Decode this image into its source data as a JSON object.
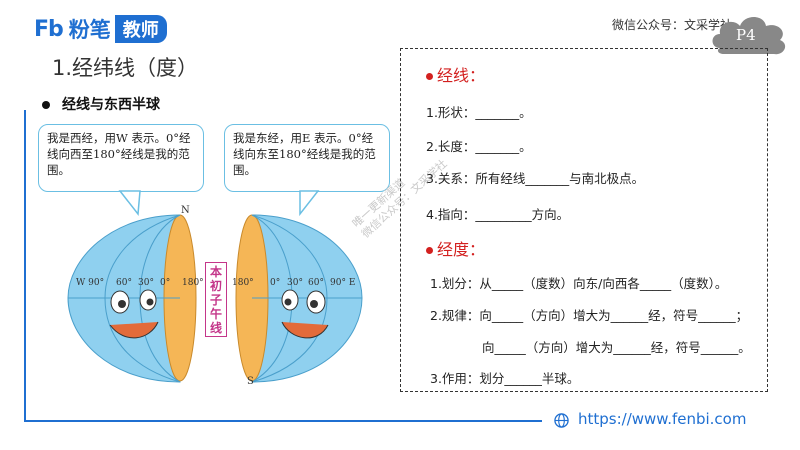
{
  "header": {
    "logo_mark": "Fb",
    "logo_text": "粉笔",
    "logo_badge": "教师",
    "wechat": "微信公众号：文采学社",
    "page_badge": "P4"
  },
  "section_title": "1.经纬线（度）",
  "sub_title": "经线与东西半球",
  "bubbles": {
    "left": "我是西经，用W 表示。0°经线向西至180°经线是我的范围。",
    "right": "我是东经，用E 表示。0°经线向东至180°经线是我的范围。"
  },
  "globe": {
    "north": "N",
    "south": "S",
    "meridian_tag": "本初子午线",
    "left_labels": [
      "W 90°",
      "60°",
      "30°",
      "0°",
      "180°"
    ],
    "right_labels": [
      "180°",
      "0°",
      "30°",
      "60°",
      "90° E"
    ]
  },
  "panel": {
    "jingxian_title": "经线：",
    "jingxian_items": [
      "1.形状：_______。",
      "2.长度：_______。",
      "3.关系：所有经线_______与南北极点。",
      "4.指向：_________方向。"
    ],
    "jingdu_title": "经度：",
    "jingdu_items": [
      "1.划分：从_____（度数）向东/向西各_____（度数）。",
      "2.规律：向_____（方向）增大为______经，符号______；",
      "向_____（方向）增大为______经，符号______。",
      "3.作用：划分______半球。"
    ]
  },
  "watermark": [
    "唯一更新渠道",
    "微信公众号：文采学社"
  ],
  "footer": {
    "url": "https://www.fenbi.com"
  },
  "colors": {
    "brand_blue": "#1f6fd1",
    "accent_red": "#d3201f",
    "globe_blue": "#8fd0ef",
    "globe_orange": "#f5b656"
  }
}
